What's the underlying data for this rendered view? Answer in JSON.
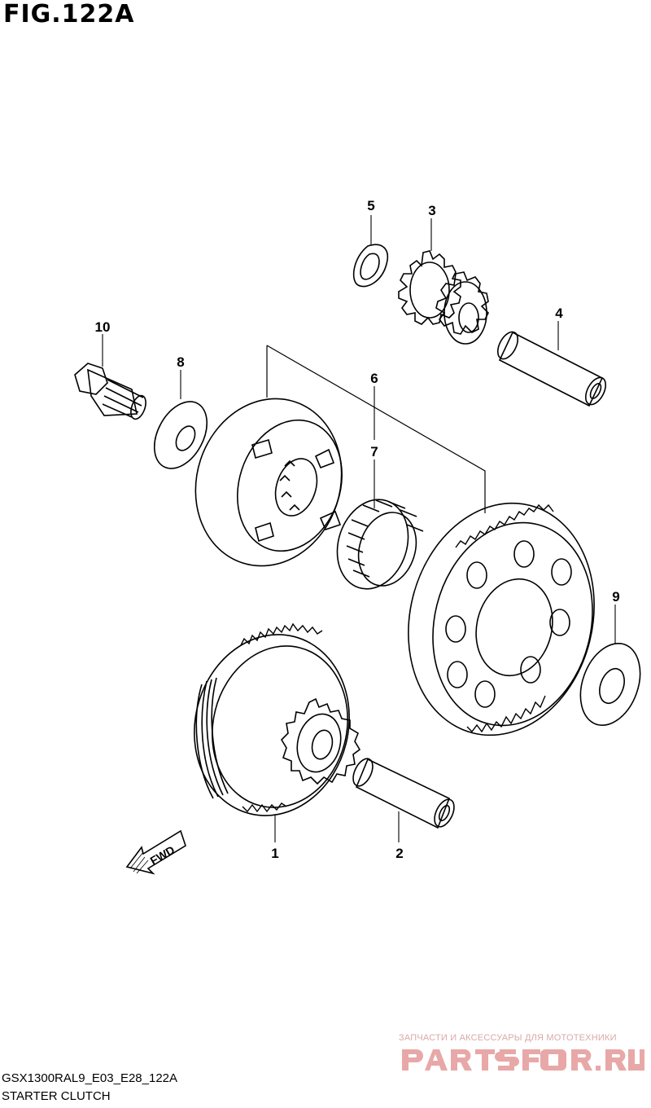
{
  "figure": {
    "title": "FIG.122A"
  },
  "callouts": [
    "1",
    "2",
    "3",
    "4",
    "5",
    "6",
    "7",
    "8",
    "9",
    "10"
  ],
  "fwd_arrow": {
    "label": "FWD"
  },
  "footer": {
    "model_code": "GSX1300RAL9_E03_E28_122A",
    "diagram_name": "STARTER CLUTCH"
  },
  "watermark": {
    "tagline": "ЗАПЧАСТИ И АКСЕССУАРЫ ДЛЯ МОТОТЕХНИКИ",
    "logo": "PARTSFOR.RU",
    "color": "#e8a8a8"
  },
  "colors": {
    "line": "#000000",
    "background": "#ffffff"
  }
}
